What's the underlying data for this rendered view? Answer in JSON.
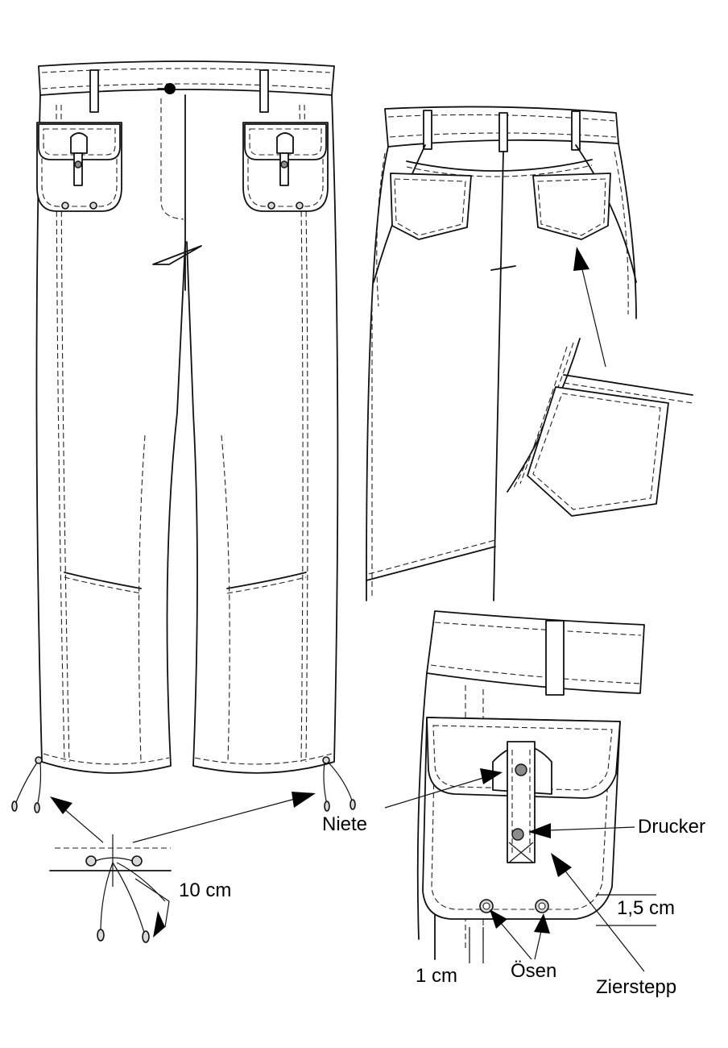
{
  "labels": {
    "niete": "Niete",
    "drucker": "Drucker",
    "ösen": "Ösen",
    "zierstepp": "Zierstepp",
    "pocket_height": "1,5 cm",
    "pocket_side": "1 cm",
    "drawcord_length": "10 cm"
  },
  "colors": {
    "line": "#111111",
    "rivet": "#8c8c8c",
    "eyelet": "#d9d9d9",
    "background": "#ffffff"
  }
}
